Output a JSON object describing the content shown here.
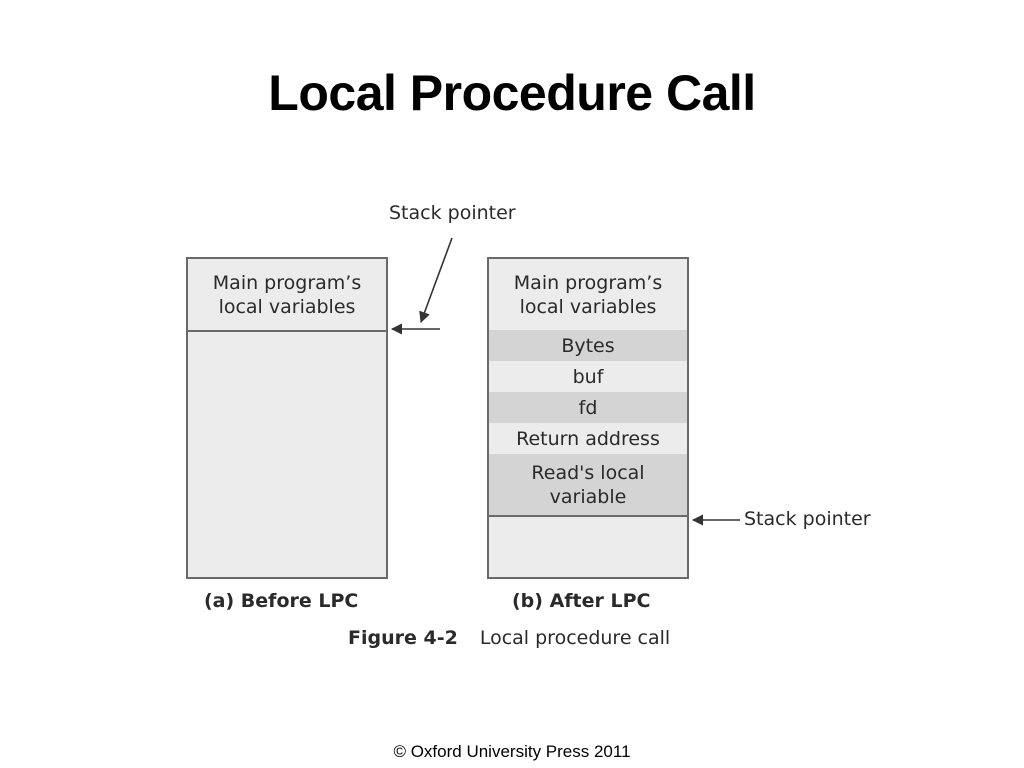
{
  "title": "Local Procedure Call",
  "stack_a": {
    "cells": [
      "Main program’s local variables"
    ],
    "caption": "(a) Before LPC"
  },
  "stack_b": {
    "cells": [
      "Main program’s local variables",
      "Bytes",
      "buf",
      "fd",
      "Return address",
      "Read's local variable"
    ],
    "caption": "(b) After LPC"
  },
  "pointer_labels": {
    "top": "Stack pointer",
    "right": "Stack pointer"
  },
  "figure_caption": {
    "number": "Figure 4-2",
    "text": "Local procedure call"
  },
  "footer": "© Oxford University Press 2011"
}
